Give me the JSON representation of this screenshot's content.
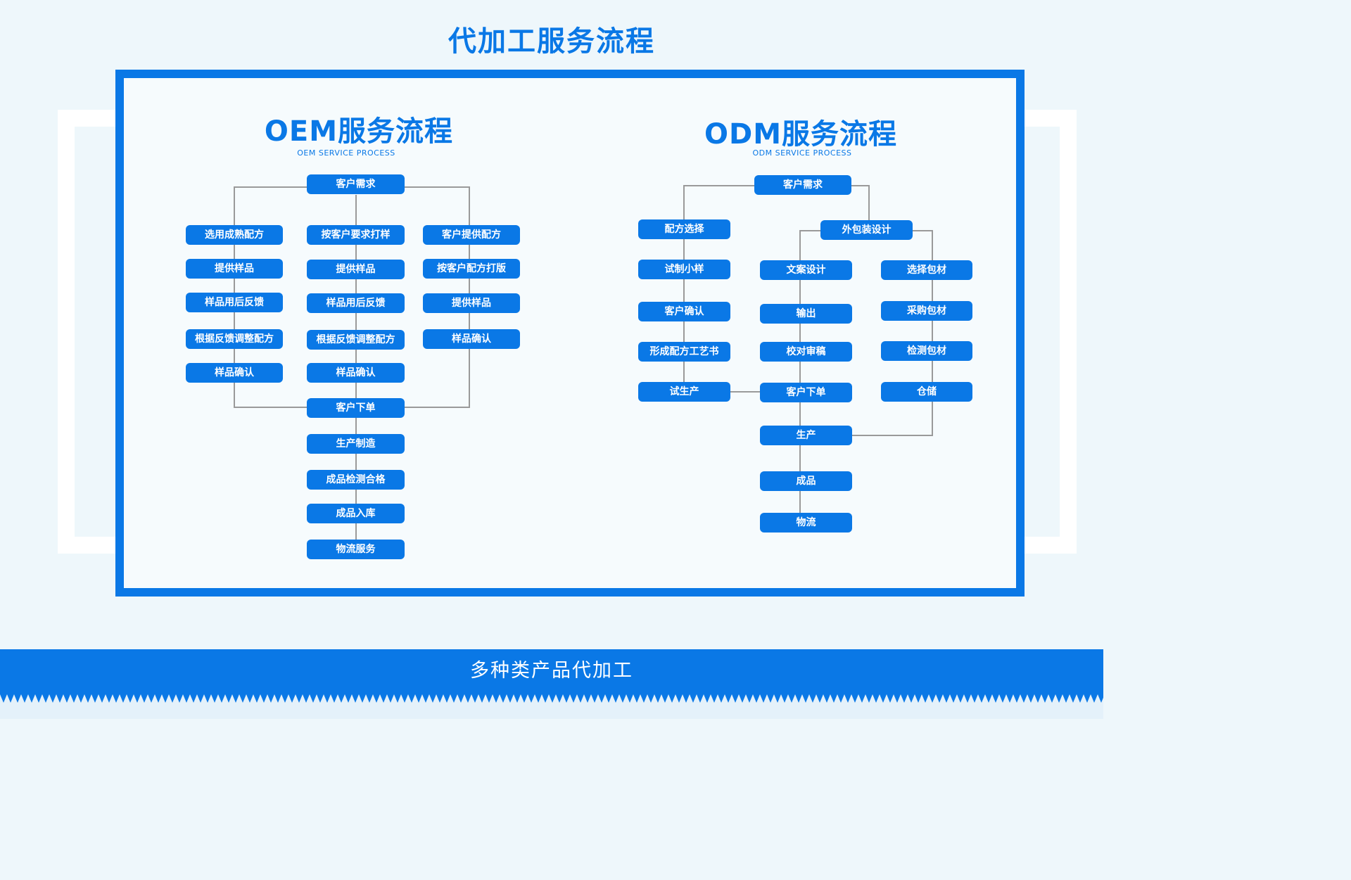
{
  "page": {
    "title": "代加工服务流程"
  },
  "oem": {
    "title": "OEM服务流程",
    "subtitle": "OEM SERVICE PROCESS",
    "nodes": {
      "top": "客户需求",
      "l1": "选用成熟配方",
      "l2": "提供样品",
      "l3": "样品用后反馈",
      "l4": "根据反馈调整配方",
      "l5": "样品确认",
      "m1": "按客户要求打样",
      "m2": "提供样品",
      "m3": "样品用后反馈",
      "m4": "根据反馈调整配方",
      "m5": "样品确认",
      "r1": "客户提供配方",
      "r2": "按客户配方打版",
      "r3": "提供样品",
      "r4": "样品确认",
      "order": "客户下单",
      "b1": "生产制造",
      "b2": "成品检测合格",
      "b3": "成品入库",
      "b4": "物流服务"
    }
  },
  "odm": {
    "title": "ODM服务流程",
    "subtitle": "ODM SERVICE PROCESS",
    "nodes": {
      "top": "客户需求",
      "l1": "配方选择",
      "l2": "试制小样",
      "l3": "客户确认",
      "l4": "形成配方工艺书",
      "l5": "试生产",
      "pkg": "外包装设计",
      "m1": "文案设计",
      "m2": "输出",
      "m3": "校对审稿",
      "order": "客户下单",
      "r1": "选择包材",
      "r2": "采购包材",
      "r3": "检测包材",
      "r4": "仓储",
      "prod": "生产",
      "done": "成品",
      "ship": "物流"
    }
  },
  "footer": {
    "banner": "多种类产品代加工"
  },
  "colors": {
    "primary": "#0a78e6",
    "connector": "#9a9a9a",
    "background": "#eef7fb"
  }
}
